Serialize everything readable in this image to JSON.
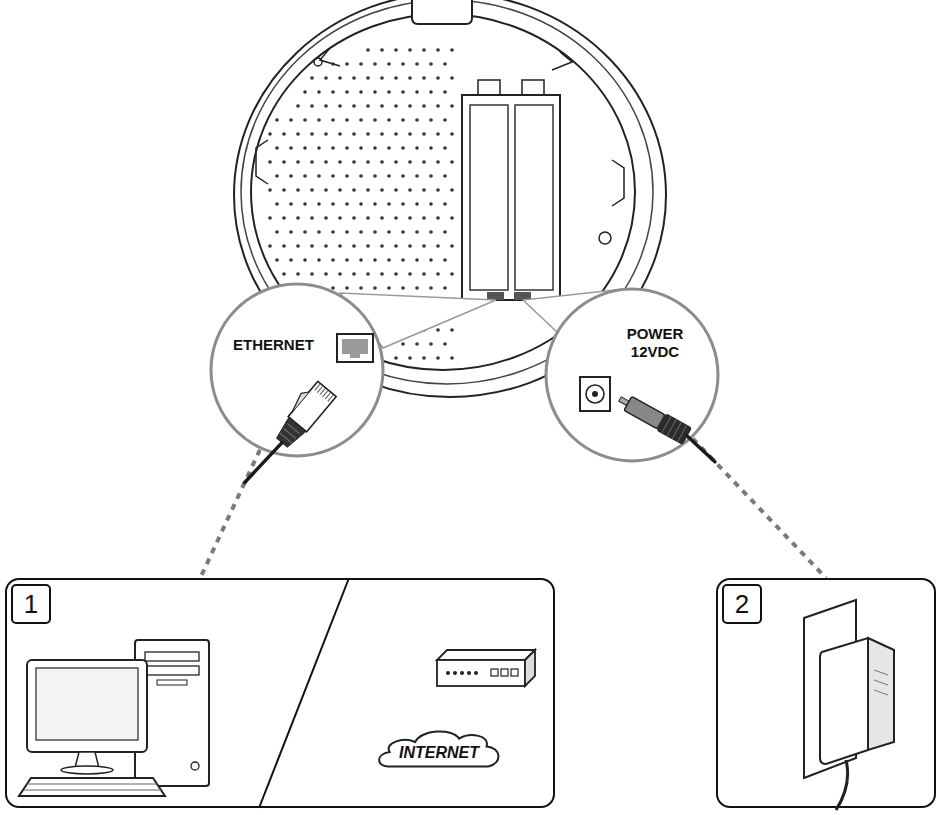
{
  "diagram": {
    "nodes": [
      {
        "text": [
          "ETHERNET"
        ]
      },
      {
        "text": [
          "POWER 12VDC"
        ]
      },
      {
        "text": [
          "1"
        ]
      },
      {
        "text": [
          "INTERNET"
        ],
        "in": 2
      },
      {
        "text": [
          "2"
        ]
      }
    ],
    "edges": [
      {
        "from": 0,
        "to": 2,
        "arrow": "none"
      },
      {
        "from": 1,
        "to": 4,
        "arrow": "none"
      }
    ]
  }
}
